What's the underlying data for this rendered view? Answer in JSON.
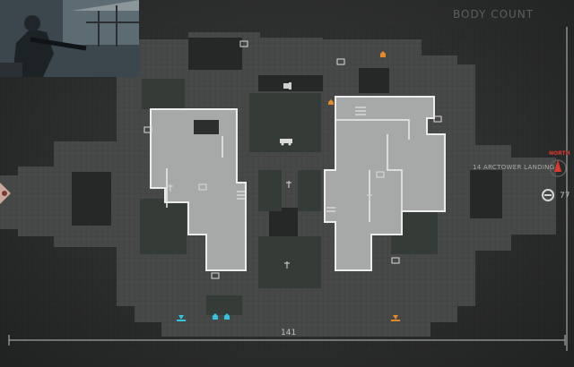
{
  "header": {
    "title": "BODY COUNT",
    "subtitle": ""
  },
  "labels": {
    "route": "14 ARCTOWER LANDING",
    "north": "NORTH",
    "scale_right": "77",
    "scale_bottom": "141"
  },
  "colors": {
    "background": "#2b2c2c",
    "floor": "#4a4b4b",
    "building": "#a9abab",
    "wall": "#e6e6e6",
    "void": "#232424",
    "grass": "#333a36",
    "marker_cyan": "#35c4e0",
    "marker_orange": "#e08a2a",
    "north_red": "#d83a2e"
  },
  "icons": [
    "thumbnail-soldier",
    "skull-icon",
    "crosshair-icon",
    "intel-icon",
    "turret-icon",
    "vehicle-icon",
    "antenna-icon",
    "spawn-icon",
    "ammo-icon",
    "compass-icon"
  ]
}
